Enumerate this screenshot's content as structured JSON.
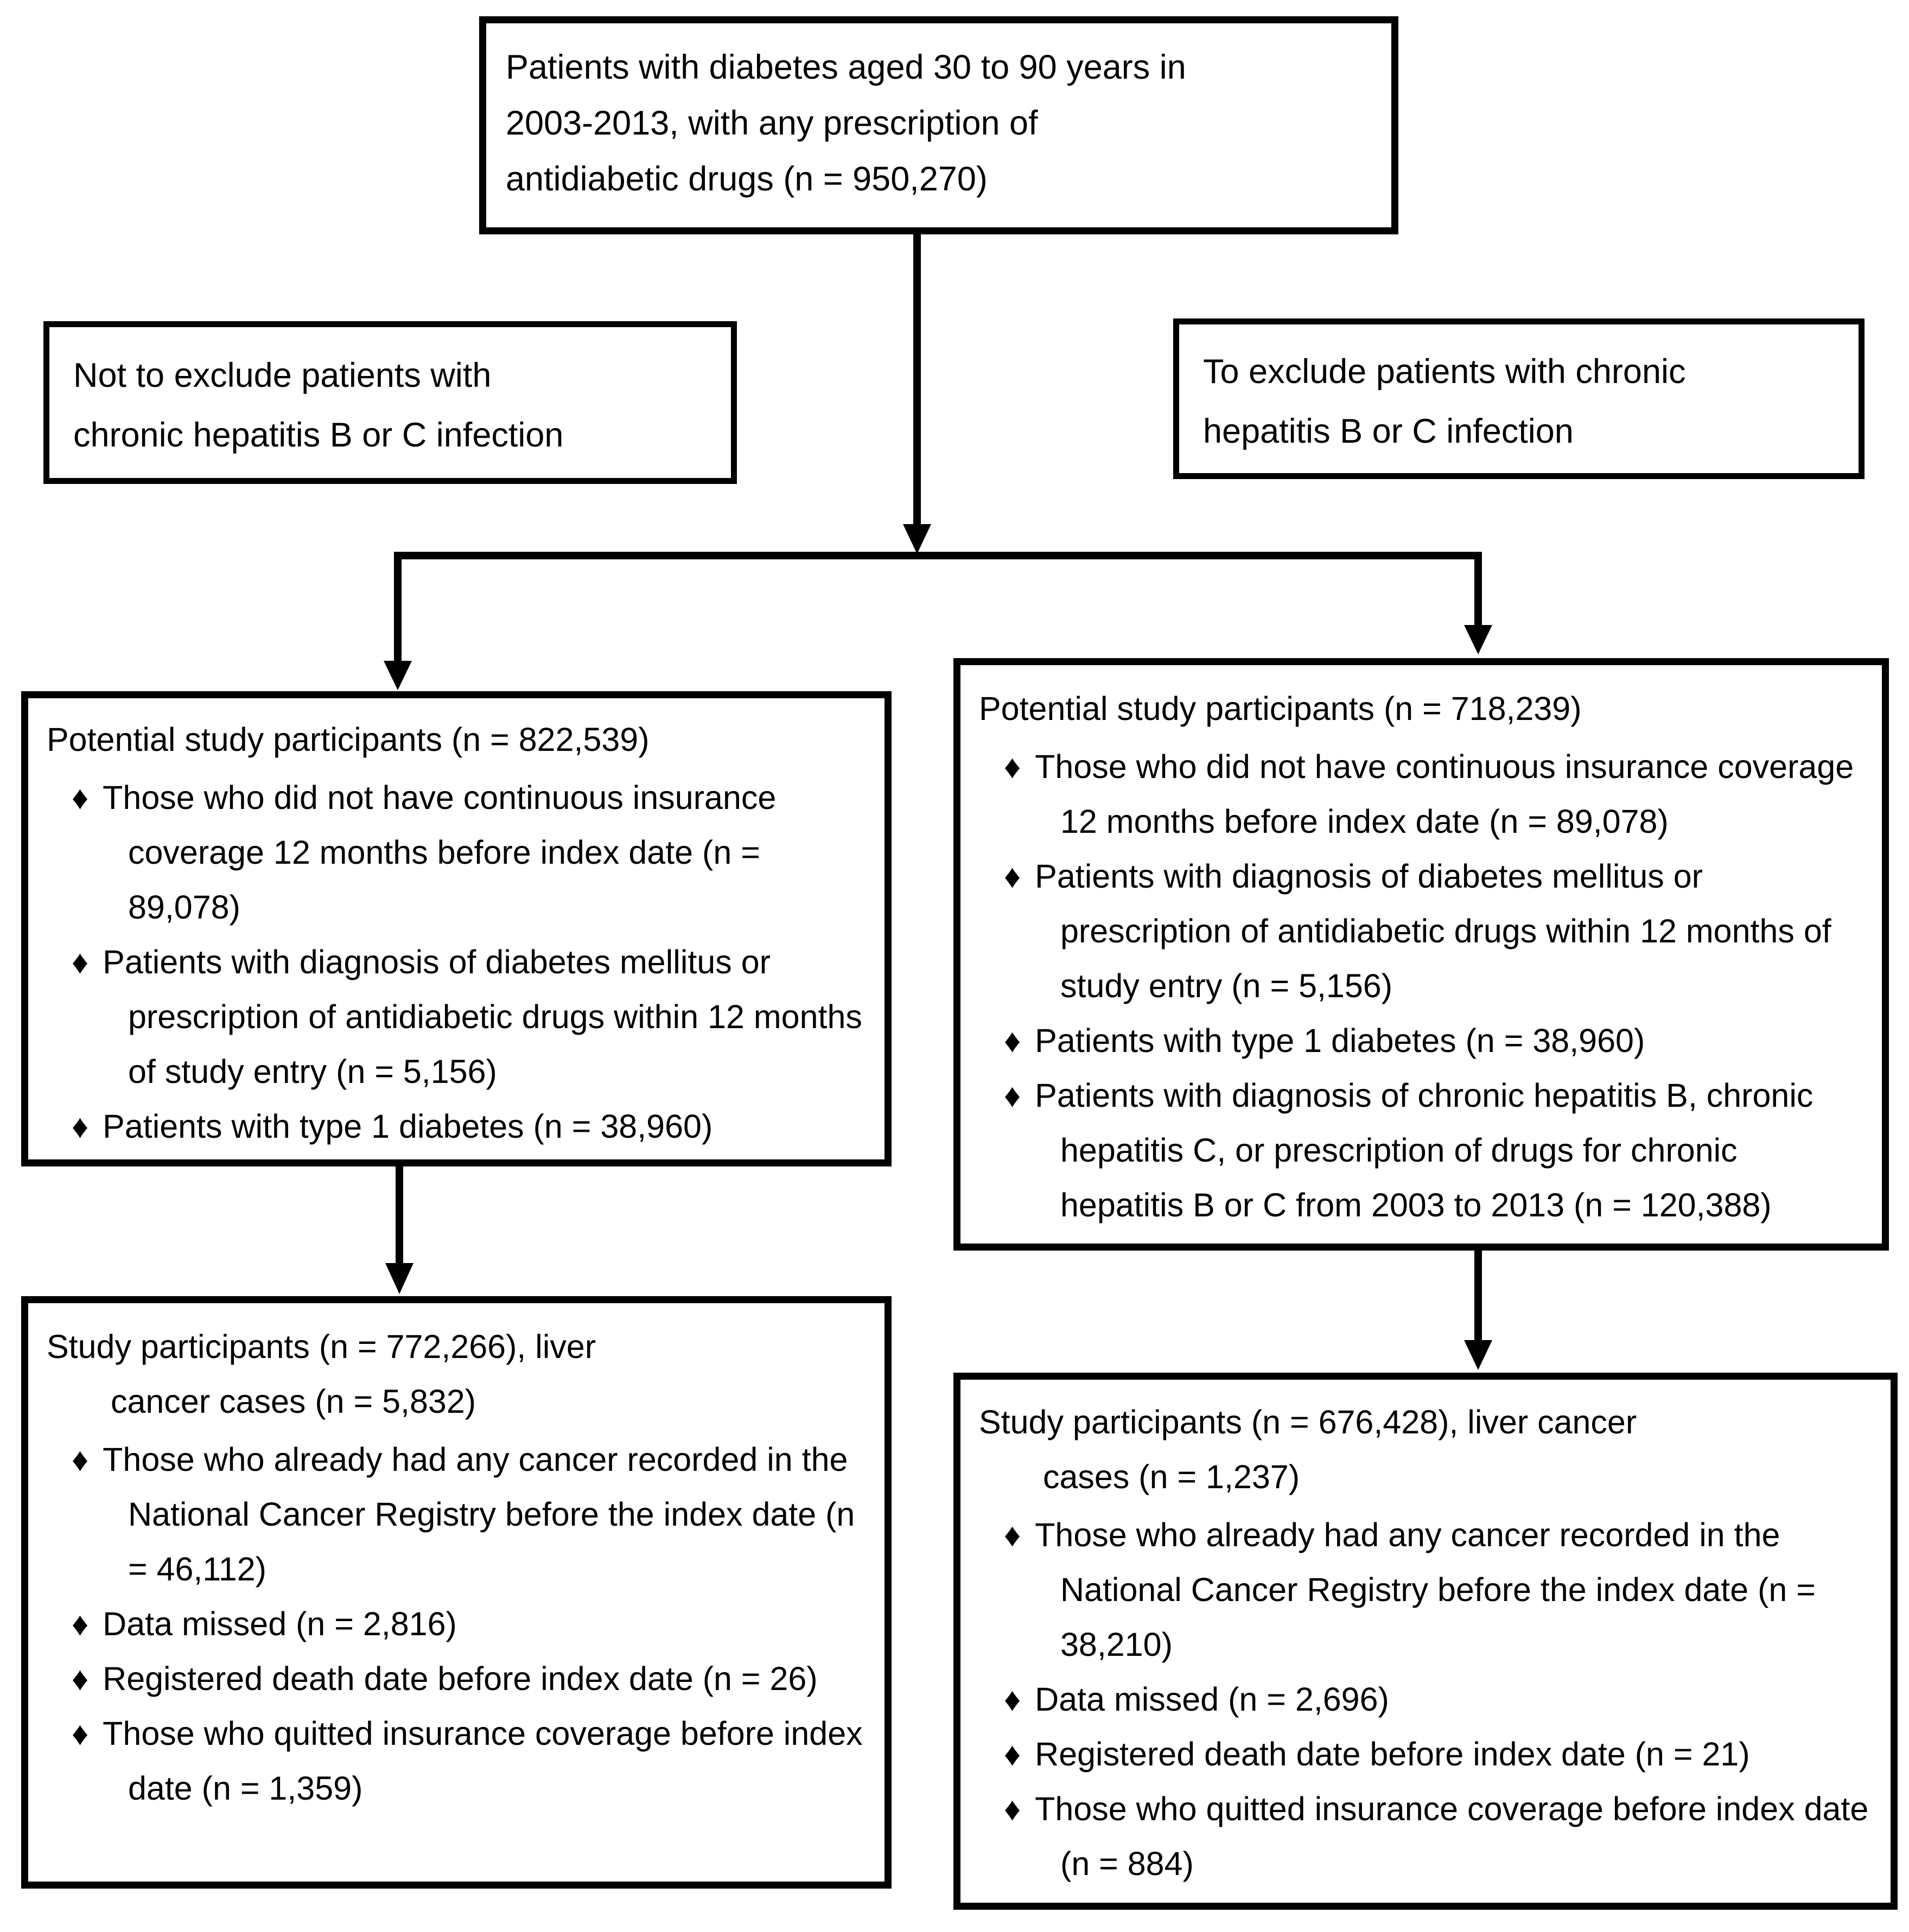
{
  "page": {
    "background_color": "#ffffff",
    "line_color": "#000000"
  },
  "bullet_glyph": "♦",
  "boxes": {
    "initial": {
      "lines": [
        "Patients with diabetes aged 30 to 90 years in",
        "2003-2013, with any prescription of",
        "antidiabetic drugs (n = 950,270)"
      ]
    },
    "branch_left_label": {
      "lines": [
        "Not to exclude patients with",
        "chronic hepatitis B or C infection"
      ]
    },
    "branch_right_label": {
      "lines": [
        "To exclude patients with chronic",
        "hepatitis B or C infection"
      ]
    },
    "potential_left": {
      "title": "Potential study participants (n = 822,539)",
      "bullets": [
        "Those who did not have continuous insurance coverage 12 months before index date (n = 89,078)",
        "Patients with diagnosis of diabetes mellitus or prescription of antidiabetic drugs within 12 months of study entry (n = 5,156)",
        "Patients with type 1 diabetes (n = 38,960)"
      ]
    },
    "potential_right": {
      "title": "Potential study participants (n = 718,239)",
      "bullets": [
        "Those who did not have continuous insurance coverage 12 months before index date (n = 89,078)",
        "Patients with diagnosis of diabetes mellitus or prescription of antidiabetic drugs within 12 months of study entry (n = 5,156)",
        "Patients with type 1 diabetes (n = 38,960)",
        "Patients with diagnosis of chronic hepatitis B, chronic hepatitis C, or prescription of drugs for chronic hepatitis B or C from 2003 to 2013 (n = 120,388)"
      ]
    },
    "study_left": {
      "title_lines": [
        "Study participants (n = 772,266), liver",
        "cancer cases (n = 5,832)"
      ],
      "bullets": [
        "Those who already had any cancer recorded in the National Cancer Registry before the index date (n = 46,112)",
        "Data missed (n = 2,816)",
        "Registered death date before index date (n = 26)",
        "Those who quitted insurance coverage before index date (n = 1,359)"
      ]
    },
    "study_right": {
      "title_lines": [
        "Study participants (n = 676,428), liver cancer",
        "cases (n = 1,237)"
      ],
      "bullets": [
        "Those who already had any cancer recorded in the National Cancer Registry before the index date (n = 38,210)",
        "Data missed (n = 2,696)",
        "Registered death date before index date (n = 21)",
        "Those who quitted insurance coverage before index date (n = 884)"
      ]
    }
  }
}
